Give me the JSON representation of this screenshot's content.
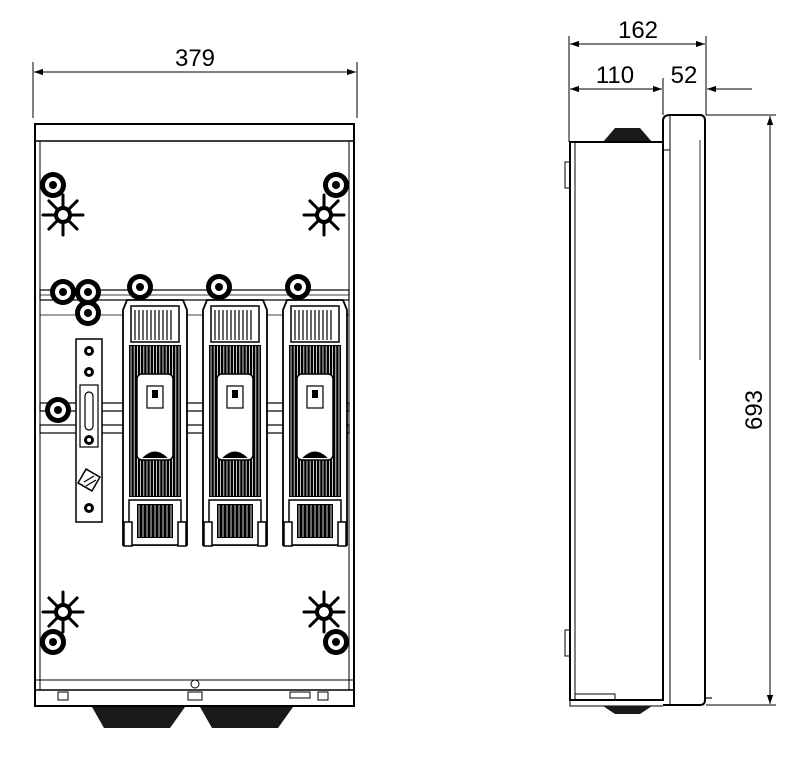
{
  "drawing": {
    "front_view": {
      "width_label": "379",
      "fuse_units": 3
    },
    "side_view": {
      "depth_label": "162",
      "body_depth_label": "110",
      "door_depth_label": "52",
      "height_label": "693"
    }
  }
}
